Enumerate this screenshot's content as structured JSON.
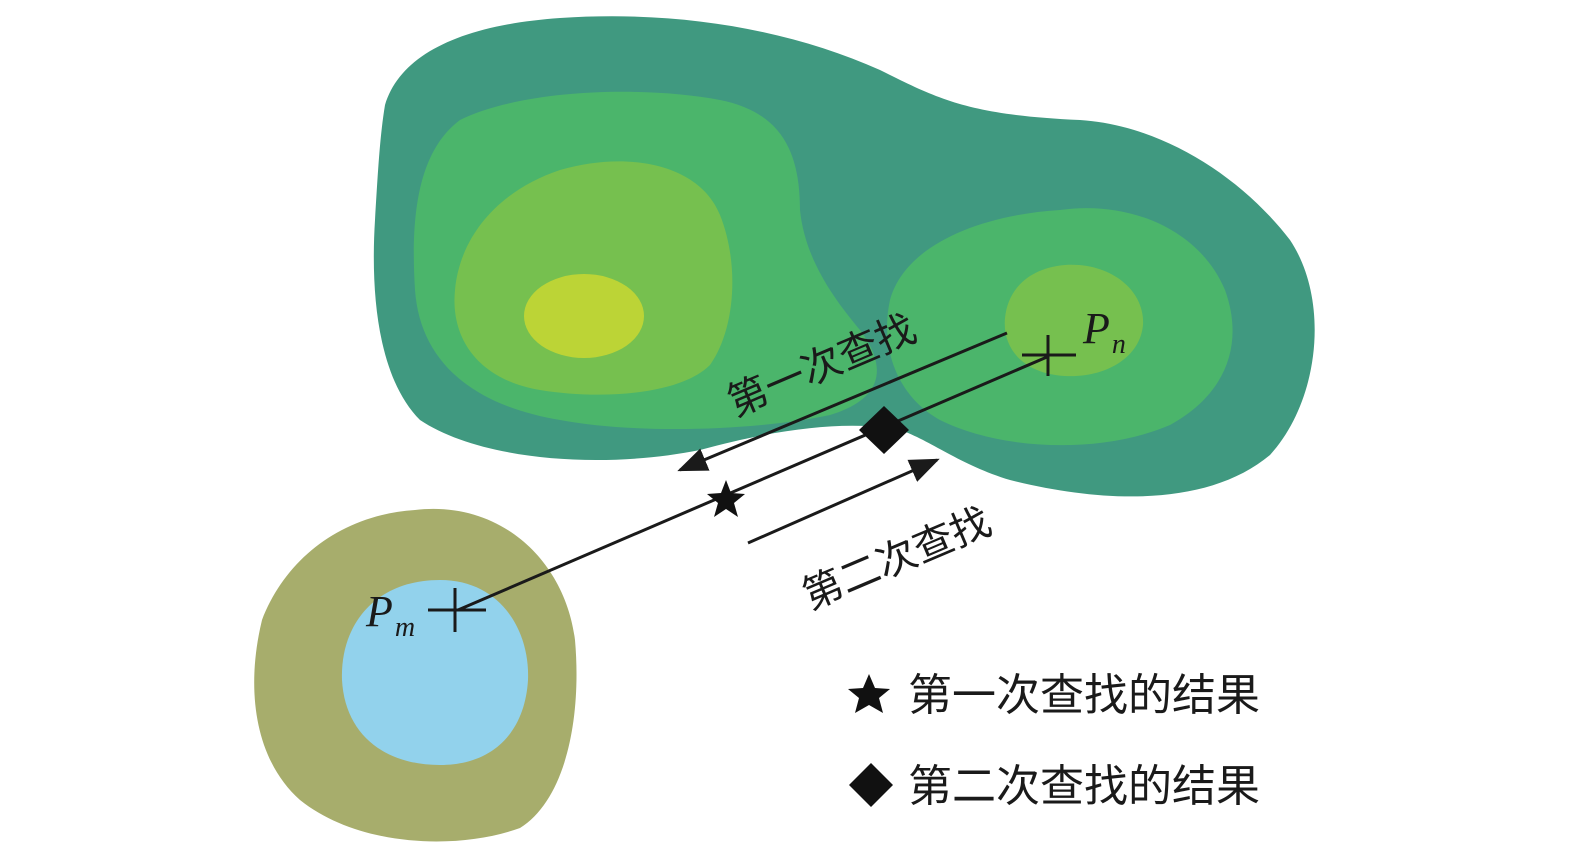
{
  "colors": {
    "outer_dark_green": "#409980",
    "mid_green": "#4bb56b",
    "light_green": "#76c04f",
    "yellow_core": "#bcd436",
    "olive_ring": "#a7ad6c",
    "light_blue_core": "#92d2ec",
    "line": "#1a1a1a"
  },
  "labels": {
    "point_m": "P",
    "point_m_sub": "m",
    "point_n": "P",
    "point_n_sub": "n",
    "first_search": "第一次查找",
    "second_search": "第二次查找"
  },
  "legend": {
    "items": [
      {
        "icon": "star-icon",
        "label": "第一次查找的结果"
      },
      {
        "icon": "diamond-icon",
        "label": "第二次查找的结果"
      }
    ]
  }
}
